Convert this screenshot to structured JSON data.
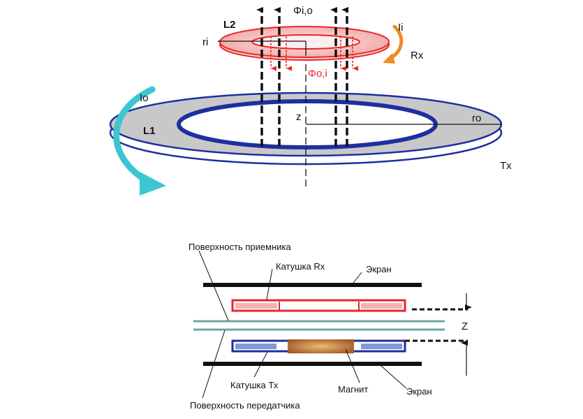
{
  "top_diagram": {
    "labels": {
      "flux_io": "Φi,o",
      "flux_oi": "Φo,i",
      "coil_l2": "L2",
      "coil_l1": "L1",
      "radius_inner": "ri",
      "radius_outer": "ro",
      "current_inner": "Ii",
      "current_outer": "Io",
      "receiver": "Rx",
      "transmitter": "Tx",
      "z_axis": "z"
    },
    "colors": {
      "rx_coil": "#e8262a",
      "tx_coil": "#1e2fa0",
      "current_outer_arrow": "#3cc6d2",
      "current_inner_arrow": "#f08a24",
      "tx_fill": "#c8c8c8"
    }
  },
  "bottom_diagram": {
    "labels": {
      "receiver_surface": "Поверхность приемника",
      "rx_coil": "Катушка Rx",
      "shield_top": "Экран",
      "tx_coil": "Катушка Тх",
      "magnet": "Магнит",
      "shield_bottom": "Экран",
      "transmitter_surface": "Поверхность передатчика",
      "gap": "Z"
    },
    "colors": {
      "surface_lines": "#6aa7a0",
      "magnet": "#b8733a"
    }
  }
}
